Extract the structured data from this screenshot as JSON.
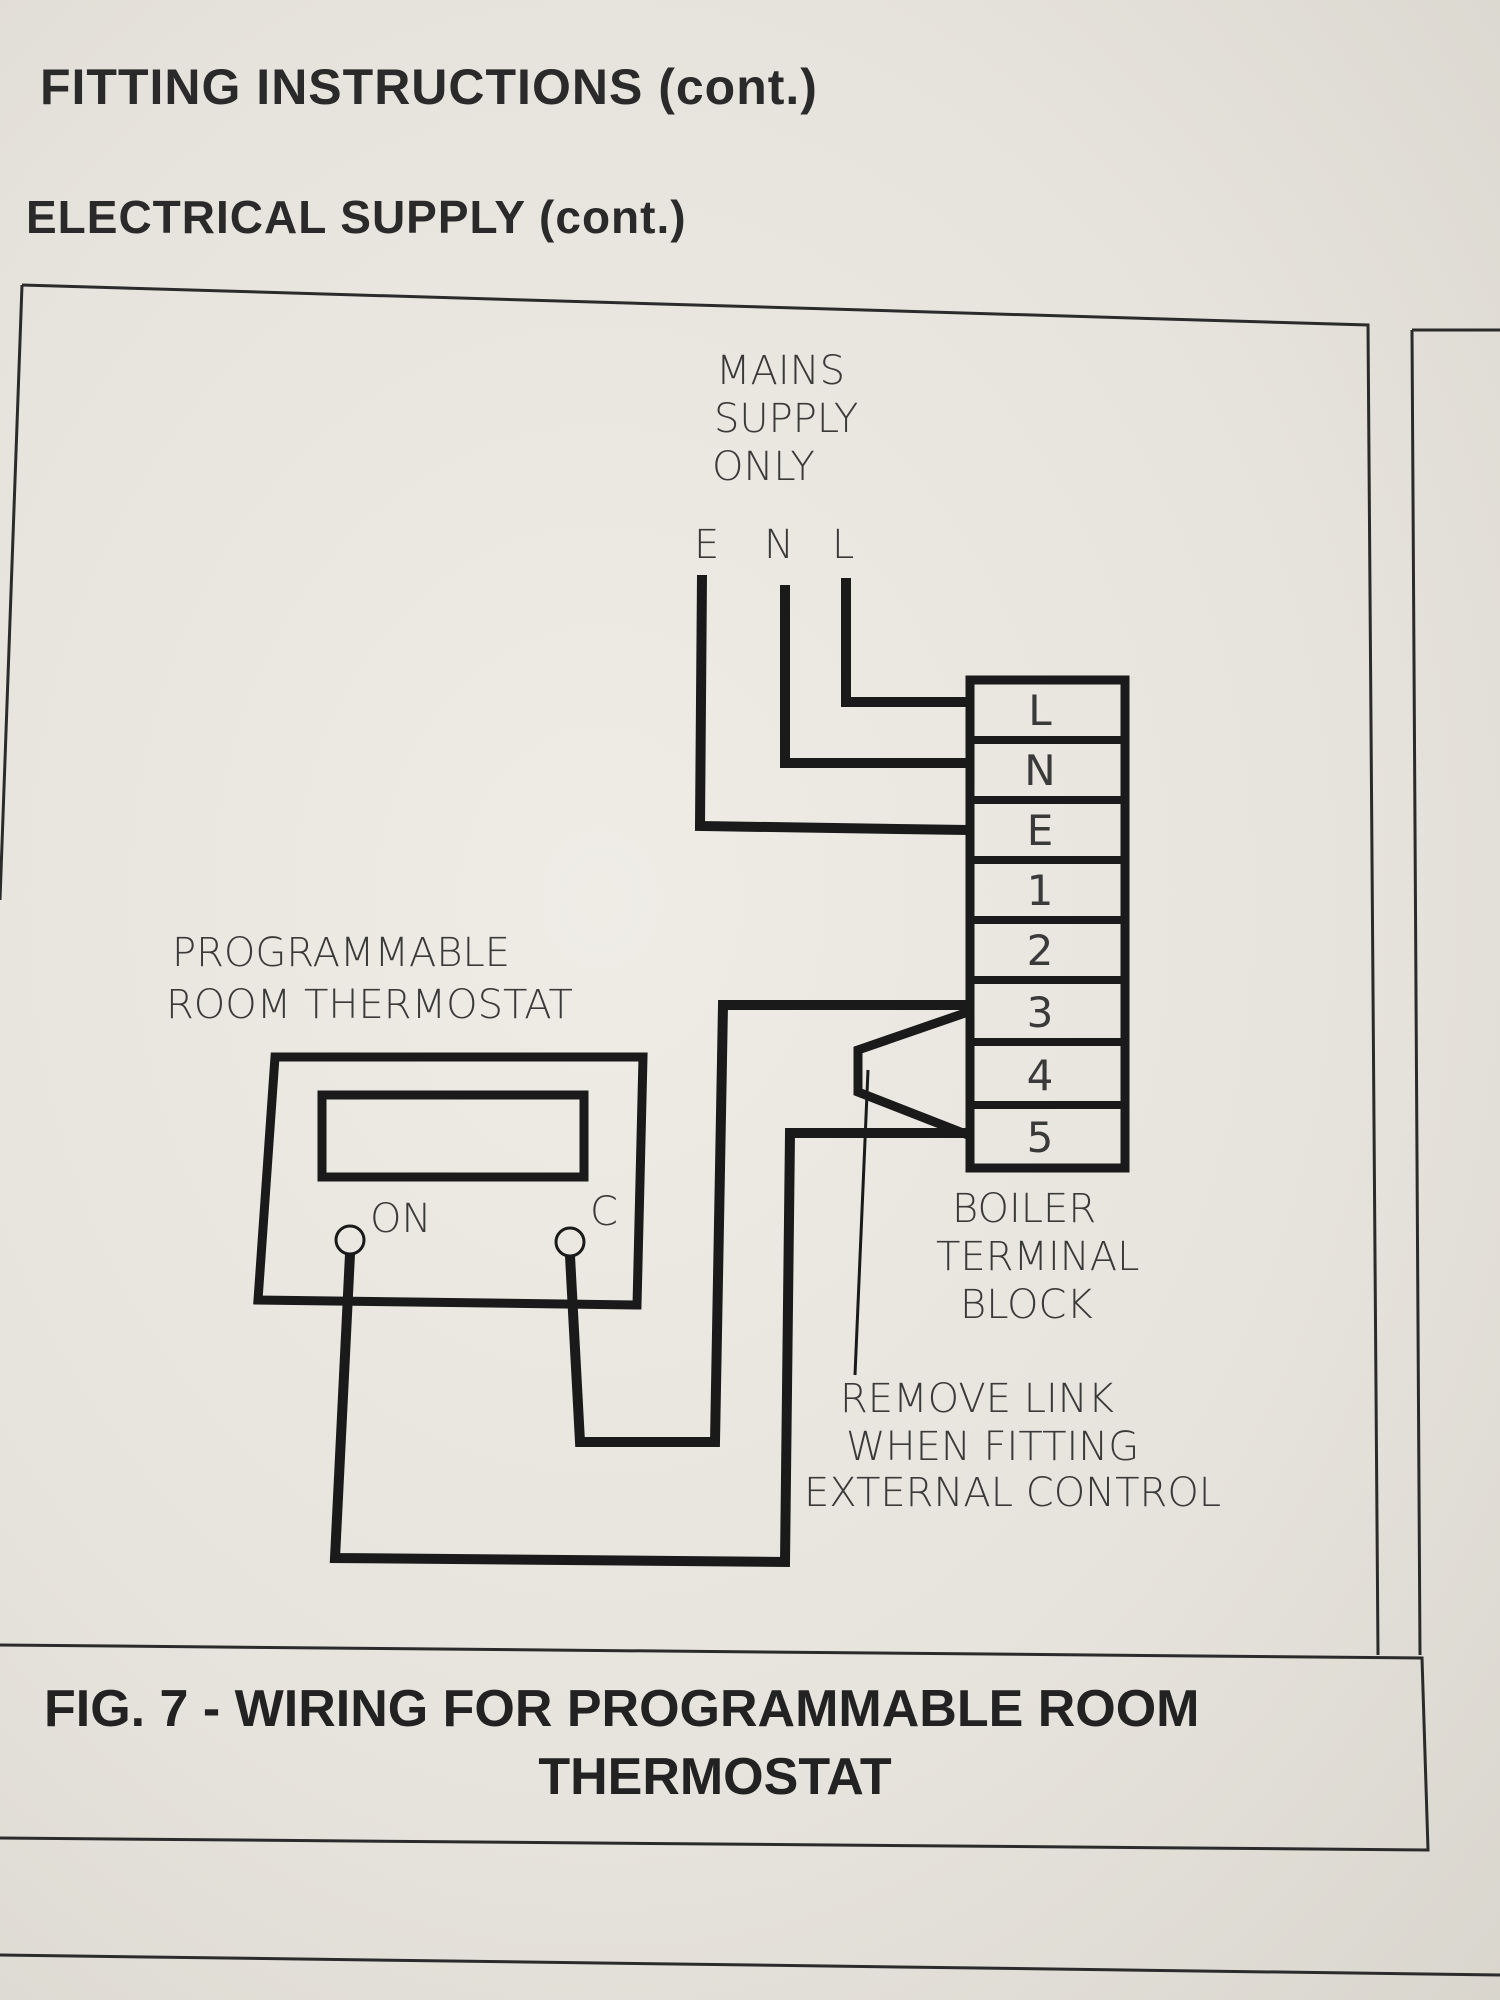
{
  "header": {
    "title": "FITTING INSTRUCTIONS (cont.)",
    "subtitle": "ELECTRICAL SUPPLY (cont.)"
  },
  "diagram": {
    "mains_label": [
      "MAINS",
      "SUPPLY",
      "ONLY"
    ],
    "mains_wires": [
      "E",
      "N",
      "L"
    ],
    "terminal_block": {
      "terminals": [
        "L",
        "N",
        "E",
        "1",
        "2",
        "3",
        "4",
        "5"
      ],
      "label": [
        "BOILER",
        "TERMINAL",
        "BLOCK"
      ]
    },
    "thermostat": {
      "label": [
        "PROGRAMMABLE",
        "ROOM THERMOSTAT"
      ],
      "on_label": "ON",
      "c_label": "C"
    },
    "link_note": [
      "REMOVE LINK",
      "WHEN FITTING",
      "EXTERNAL CONTROL"
    ]
  },
  "caption": {
    "line1": "FIG. 7 - WIRING FOR PROGRAMMABLE ROOM",
    "line2": "THERMOSTAT"
  }
}
